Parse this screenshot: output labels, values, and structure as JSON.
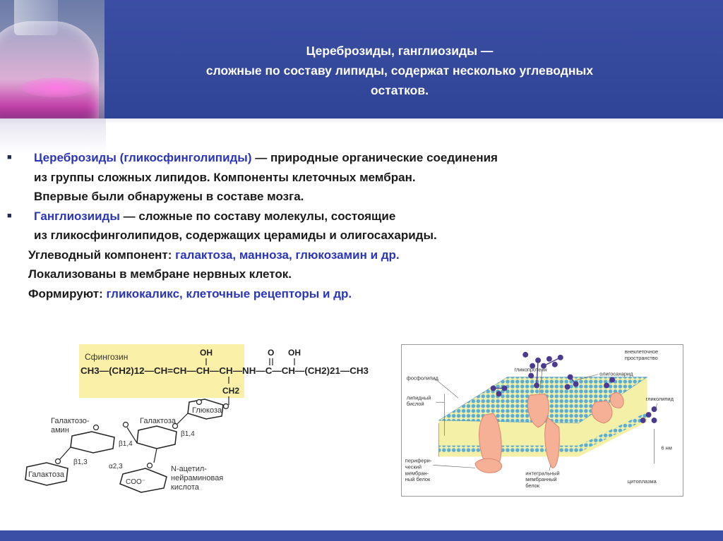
{
  "header": {
    "title_line1": "Цереброзиды, ганглиозиды —",
    "title_line2": "сложные по составу липиды, содержат несколько углеводных",
    "title_line3": "остатков."
  },
  "content": {
    "bullet1": {
      "term": "Цереброзиды (гликосфинголипиды)",
      "line1_rest": " — природные органические соединения",
      "line2": "из группы сложных липидов. Компоненты клеточных мембран.",
      "line3": "Впервые были обнаружены в составе мозга."
    },
    "bullet2": {
      "term": "Ганглиозииды",
      "line1_rest": " — сложные по составу молекулы, состоящие",
      "line2": "из гликосфинголипидов, содержащих церамиды и олигосахариды."
    },
    "carb": {
      "label": "Углеводный компонент: ",
      "value": "галактоза, манноза, глюкозамин и др."
    },
    "local": "Локализованы в мембране нервных клеток.",
    "forms": {
      "label": "Формируют: ",
      "value": "гликокаликс, клеточные рецепторы и др."
    }
  },
  "chem_figure": {
    "sphingosine": "Сфингозин",
    "chain_left": "CH3—(CH2)12—CH=CH—CH—CH—NH—C—CH—(CH2)21—CH3",
    "oh1": "OH",
    "o": "O",
    "oh2": "OH",
    "ch2": "CH2",
    "glucose": "Глюкоза",
    "galactose_top": "Галактоза",
    "galactosamine": "Галактозо-\nамин",
    "galactose_bottom": "Галактоза",
    "beta14_a": "β1,4",
    "beta14_b": "β1,4",
    "beta13": "β1,3",
    "alpha23": "α2,3",
    "coo": "COO⁻",
    "neuraminic": "N-ацетил-\nнейраминовая\nкислота"
  },
  "membrane_figure": {
    "extracellular": "внеклеточное\nпространство",
    "glycoprotein": "гликопротеин",
    "phospholipid": "фосфолипид",
    "oligosaccharide": "олигосахарид",
    "lipid_bilayer": "липидный\nбислой",
    "glycolipid": "гликолипид",
    "thickness": "6 нм",
    "peripheral": "перифери-\nческий\nмембран-\nный белок",
    "integral": "интегральный\nмембранный\nбелок",
    "cytoplasm": "цитоплазма"
  },
  "colors": {
    "header": "#3b4ea3",
    "accent_text": "#2a35b8",
    "highlight": "#faf0a8"
  }
}
